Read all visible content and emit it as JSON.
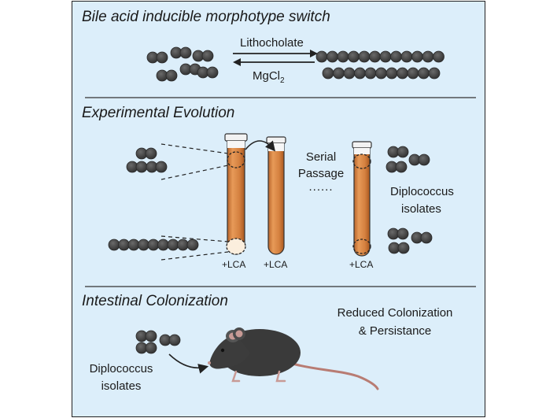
{
  "sections": {
    "switch": {
      "title": "Bile acid inducible morphotype switch",
      "forward_label": "Lithocholate",
      "reverse_label": "MgCl",
      "reverse_label_sub": "2"
    },
    "evolution": {
      "title": "Experimental Evolution",
      "serial_passage": [
        "Serial",
        "Passage"
      ],
      "ellipsis": "......",
      "tube_labels": [
        "+LCA",
        "+LCA",
        "+LCA"
      ],
      "isolates_label": [
        "Diplococcus",
        "isolates"
      ]
    },
    "colonization": {
      "title": "Intestinal Colonization",
      "result_label": [
        "Reduced Colonization",
        "& Persistance"
      ],
      "isolates_label": [
        "Diplococcus",
        "isolates"
      ]
    }
  },
  "icons": [
    "coccus-cell-icon",
    "chain-morphotype-icon",
    "culture-tube-icon",
    "mouse-icon"
  ],
  "colors": {
    "background": "#dceefa",
    "cell": "#444444",
    "tube_fill": "#d4803f",
    "outline": "#222222"
  }
}
